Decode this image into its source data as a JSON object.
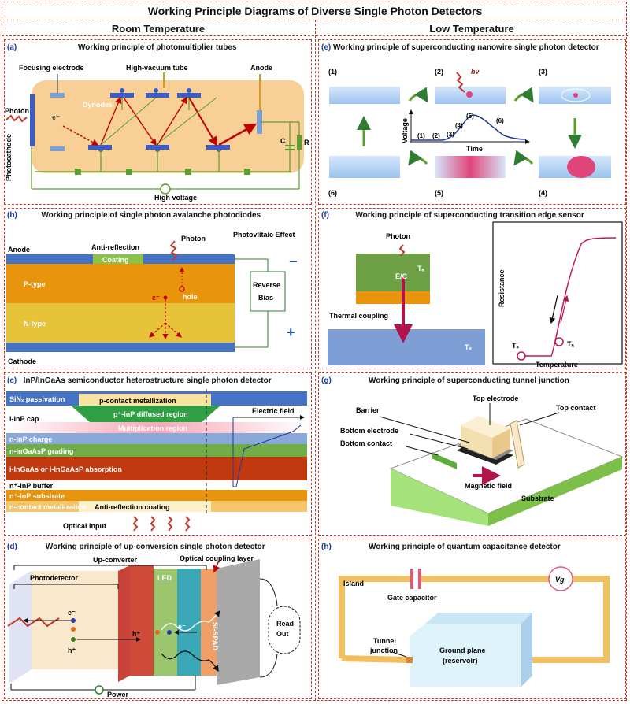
{
  "title": "Working Principle Diagrams of Diverse Single Photon Detectors",
  "columns": {
    "left": "Room Temperature",
    "right": "Low Temperature"
  },
  "panels": {
    "a": {
      "letter": "(a)",
      "title": "Working principle of photomultiplier tubes",
      "labels": {
        "focusing": "Focusing electrode",
        "vacuum": "High-vacuum tube",
        "anode": "Anode",
        "dynodes": "Dynodes",
        "photon": "Photon",
        "photocathode": "Photocathode",
        "electron": "e⁻",
        "c": "C",
        "r": "R",
        "hv": "High voltage"
      }
    },
    "b": {
      "letter": "(b)",
      "title": "Working principle of single photon avalanche photodiodes",
      "labels": {
        "anode": "Anode",
        "antireflection": "Anti-reflection",
        "coating": "Coating",
        "photon": "Photon",
        "effect": "Photovlitaic Effect",
        "ptype": "P-type",
        "ntype": "N-type",
        "electron": "e⁻",
        "hole": "hole",
        "reverse": "Reverse",
        "bias": "Bias",
        "minus": "−",
        "plus": "+",
        "cathode": "Cathode"
      }
    },
    "c": {
      "letter": "(c)",
      "title": "InP/InGaAs semiconductor heterostructure single photon detector",
      "labels": {
        "sinx": "SiNₓ passivation",
        "pcontact": "p-contact metallization",
        "pdiff": "p⁺-InP diffused region",
        "icap": "i-InP cap",
        "efield": "Electric field",
        "mult": "Multiplication region",
        "ncharge": "n-InP charge",
        "grading": "n-InGaAsP grading",
        "absorption": "i-InGaAs or i-InGaAsP absorption",
        "buffer": "n⁺-InP buffer",
        "substrate": "n⁺-InP substrate",
        "ncontact": "n-contact metallization",
        "arc": "Anti-reflection coating",
        "optical": "Optical input"
      }
    },
    "d": {
      "letter": "(d)",
      "title": "Working principle of up-conversion single photon detector",
      "labels": {
        "upconverter": "Up-converter",
        "photodetector": "Photodetector",
        "coupling": "Optical coupling layer",
        "led": "LED",
        "spad": "Si-SPAD",
        "readout1": "Read",
        "readout2": "Out",
        "electron": "e⁻",
        "hole": "h⁺",
        "electron2": "e⁻",
        "hole2": "h⁺",
        "power": "Power"
      }
    },
    "e": {
      "letter": "(e)",
      "title": "Working principle of superconducting nanowire single photon detector",
      "labels": {
        "s1": "(1)",
        "s2": "(2)",
        "s3": "(3)",
        "s4": "(4)",
        "s5": "(5)",
        "s6": "(6)",
        "hv": "hν",
        "voltage": "Voltage",
        "time": "Time",
        "g1": "(1)",
        "g2": "(2)",
        "g3": "(3)",
        "g4": "(4)",
        "g5": "(5)",
        "g6": "(6)"
      }
    },
    "f": {
      "letter": "(f)",
      "title": "Working principle of superconducting transition edge sensor",
      "labels": {
        "photon": "Photon",
        "ec": "E/C",
        "ta": "Tₐ",
        "thermal": "Thermal coupling",
        "ts": "Tₛ",
        "resistance": "Resistance",
        "temperature": "Temperature",
        "ts2": "Tₛ",
        "ta2": "Tₐ"
      }
    },
    "g": {
      "letter": "(g)",
      "title": "Working principle of superconducting tunnel junction",
      "labels": {
        "top_electrode": "Top electrode",
        "barrier": "Barrier",
        "top_contact": "Top contact",
        "bottom_electrode": "Bottom electrode",
        "bottom_contact": "Bottom contact",
        "magnetic": "Magnetic field",
        "substrate": "Substrate"
      }
    },
    "h": {
      "letter": "(h)",
      "title": "Working principle of quantum capacitance detector",
      "labels": {
        "island": "Island",
        "gate": "Gate capacitor",
        "vg": "Vg",
        "tunnel1": "Tunnel",
        "tunnel2": "junction",
        "ground1": "Ground plane",
        "ground2": "(reservoir)"
      }
    }
  },
  "colors": {
    "frame": "#c0392b",
    "letter": "#1f3a9e",
    "blue": "#4472c4",
    "orange": "#f0b25a",
    "green": "#70ad47",
    "red": "#c00000",
    "pink": "#d9466f"
  }
}
